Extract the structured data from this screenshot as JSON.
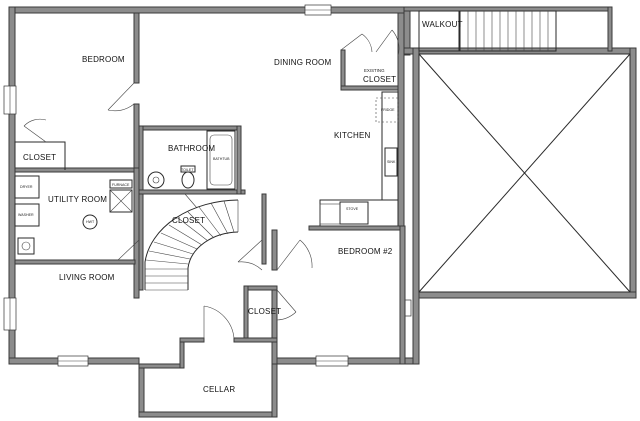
{
  "rooms": {
    "bedroom": "BEDROOM",
    "dining_room": "DINING ROOM",
    "walkout": "WALKOUT",
    "existing": "EXISTING",
    "existing_closet": "CLOSET",
    "closet_left": "CLOSET",
    "bathroom": "BATHROOM",
    "kitchen": "KITCHEN",
    "utility_room": "UTILITY ROOM",
    "closet_stair": "CLOSET",
    "bedroom_2": "BEDROOM #2",
    "living_room": "LIVING ROOM",
    "closet_lower": "CLOSET",
    "cellar": "CELLAR"
  },
  "fixtures": {
    "bathtub": "BATHTUB",
    "toilet": "TOILET",
    "dryer": "DRYER",
    "washer": "WASHER",
    "furnace": "FURNACE",
    "hwt": "HWT",
    "fridge": "FRIDGE",
    "sink": "SINK",
    "stove": "STOVE"
  }
}
